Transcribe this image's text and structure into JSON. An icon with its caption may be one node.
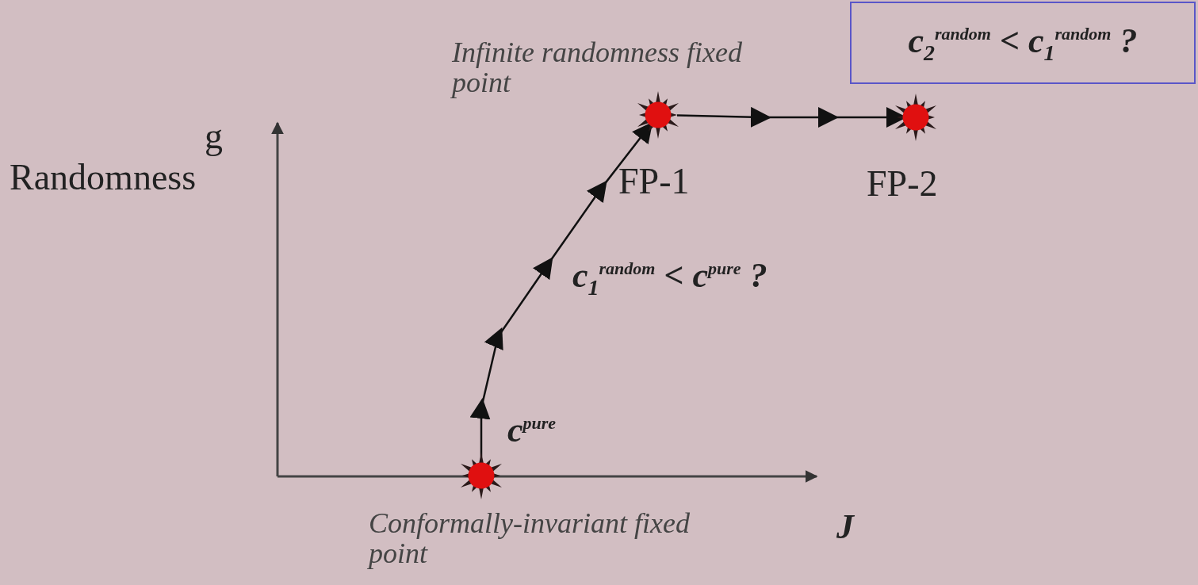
{
  "diagram": {
    "nodes": [
      {
        "text": [],
        "shape": "star",
        "beside": [
          "Infinite randomness fixed point",
          "FP-1"
        ]
      },
      {
        "text": [
          "c$_{2}$$^{random}$ < c$_{1}$$^{random}$ ?"
        ]
      },
      {
        "text": [],
        "shape": "star",
        "beside": [
          "FP-2"
        ]
      },
      {
        "text": [],
        "shape": "star",
        "beside": [
          "c$^{pure}$",
          "Conformally-invariant fixed point"
        ]
      }
    ],
    "edges": [
      {
        "from": 3,
        "to": 0,
        "arrow": "to",
        "label": "c$_{1}$$^{random}$ < c$^{pure}$ ?"
      },
      {
        "from": 0,
        "to": 2,
        "arrow": "to"
      }
    ],
    "labels": [
      "g",
      "Randomness",
      "J"
    ]
  }
}
